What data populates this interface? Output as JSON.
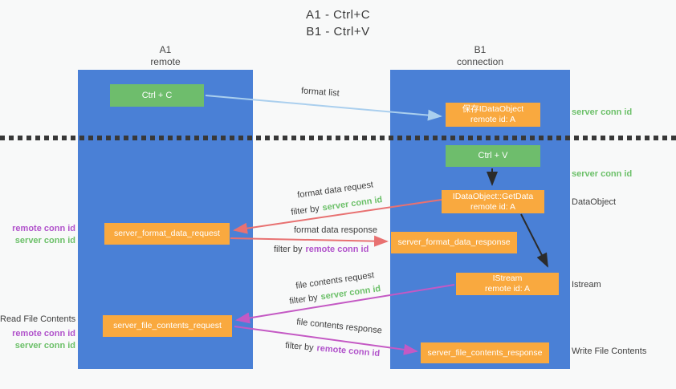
{
  "colors": {
    "background": "#f8f9f9",
    "lane": "#4a80d6",
    "green_box": "#6ebd6c",
    "orange_box": "#f9a93f",
    "green_text": "#6cc069",
    "purple_text": "#b153cb",
    "red_arrow": "#e87171",
    "magenta_arrow": "#c459c4",
    "blue_arrow": "#aacfee",
    "black_arrow": "#2b2b2b",
    "dotted": "#383838"
  },
  "title": {
    "line1": "A1 - Ctrl+C",
    "line2": "B1 - Ctrl+V"
  },
  "lanes": {
    "left": {
      "title": "A1",
      "subtitle": "remote"
    },
    "right": {
      "title": "B1",
      "subtitle": "connection"
    }
  },
  "nodes": {
    "ctrl_c": {
      "label": "Ctrl + C"
    },
    "save_idataobject": {
      "line1": "保存IDataObject",
      "line2": "remote id: A"
    },
    "ctrl_v": {
      "label": "Ctrl + V"
    },
    "getdata": {
      "line1": "IDataObject::GetData",
      "line2": "remote id: A"
    },
    "format_request": {
      "label": "server_format_data_request"
    },
    "format_response": {
      "label": "server_format_data_response"
    },
    "istream": {
      "line1": "IStream",
      "line2": "remote id: A"
    },
    "file_request": {
      "label": "server_file_contents_request"
    },
    "file_response": {
      "label": "server_file_contents_response"
    }
  },
  "right_labels": {
    "server_conn_id_1": "server conn id",
    "server_conn_id_2": "server conn id",
    "dataobject": "DataObject",
    "istream": "Istream",
    "write_file_contents": "Write File Contents"
  },
  "left_labels": {
    "remote_conn_id_1": "remote conn id",
    "server_conn_id_1": "server conn id",
    "read_file_contents": "Read File Contents",
    "remote_conn_id_2": "remote conn id",
    "server_conn_id_2": "server conn id"
  },
  "edge_labels": {
    "format_list": "format list",
    "format_data_request": "format data request",
    "filter_by_1": "filter by",
    "filter_value_1": "server conn id",
    "format_data_response": "format data response",
    "filter_by_2": "filter by",
    "filter_value_2": "remote conn id",
    "file_contents_request": "file contents request",
    "filter_by_3": "filter by",
    "filter_value_3": "server conn id",
    "file_contents_response": "file contents response",
    "filter_by_4": "filter by",
    "filter_value_4": "remote conn id"
  }
}
